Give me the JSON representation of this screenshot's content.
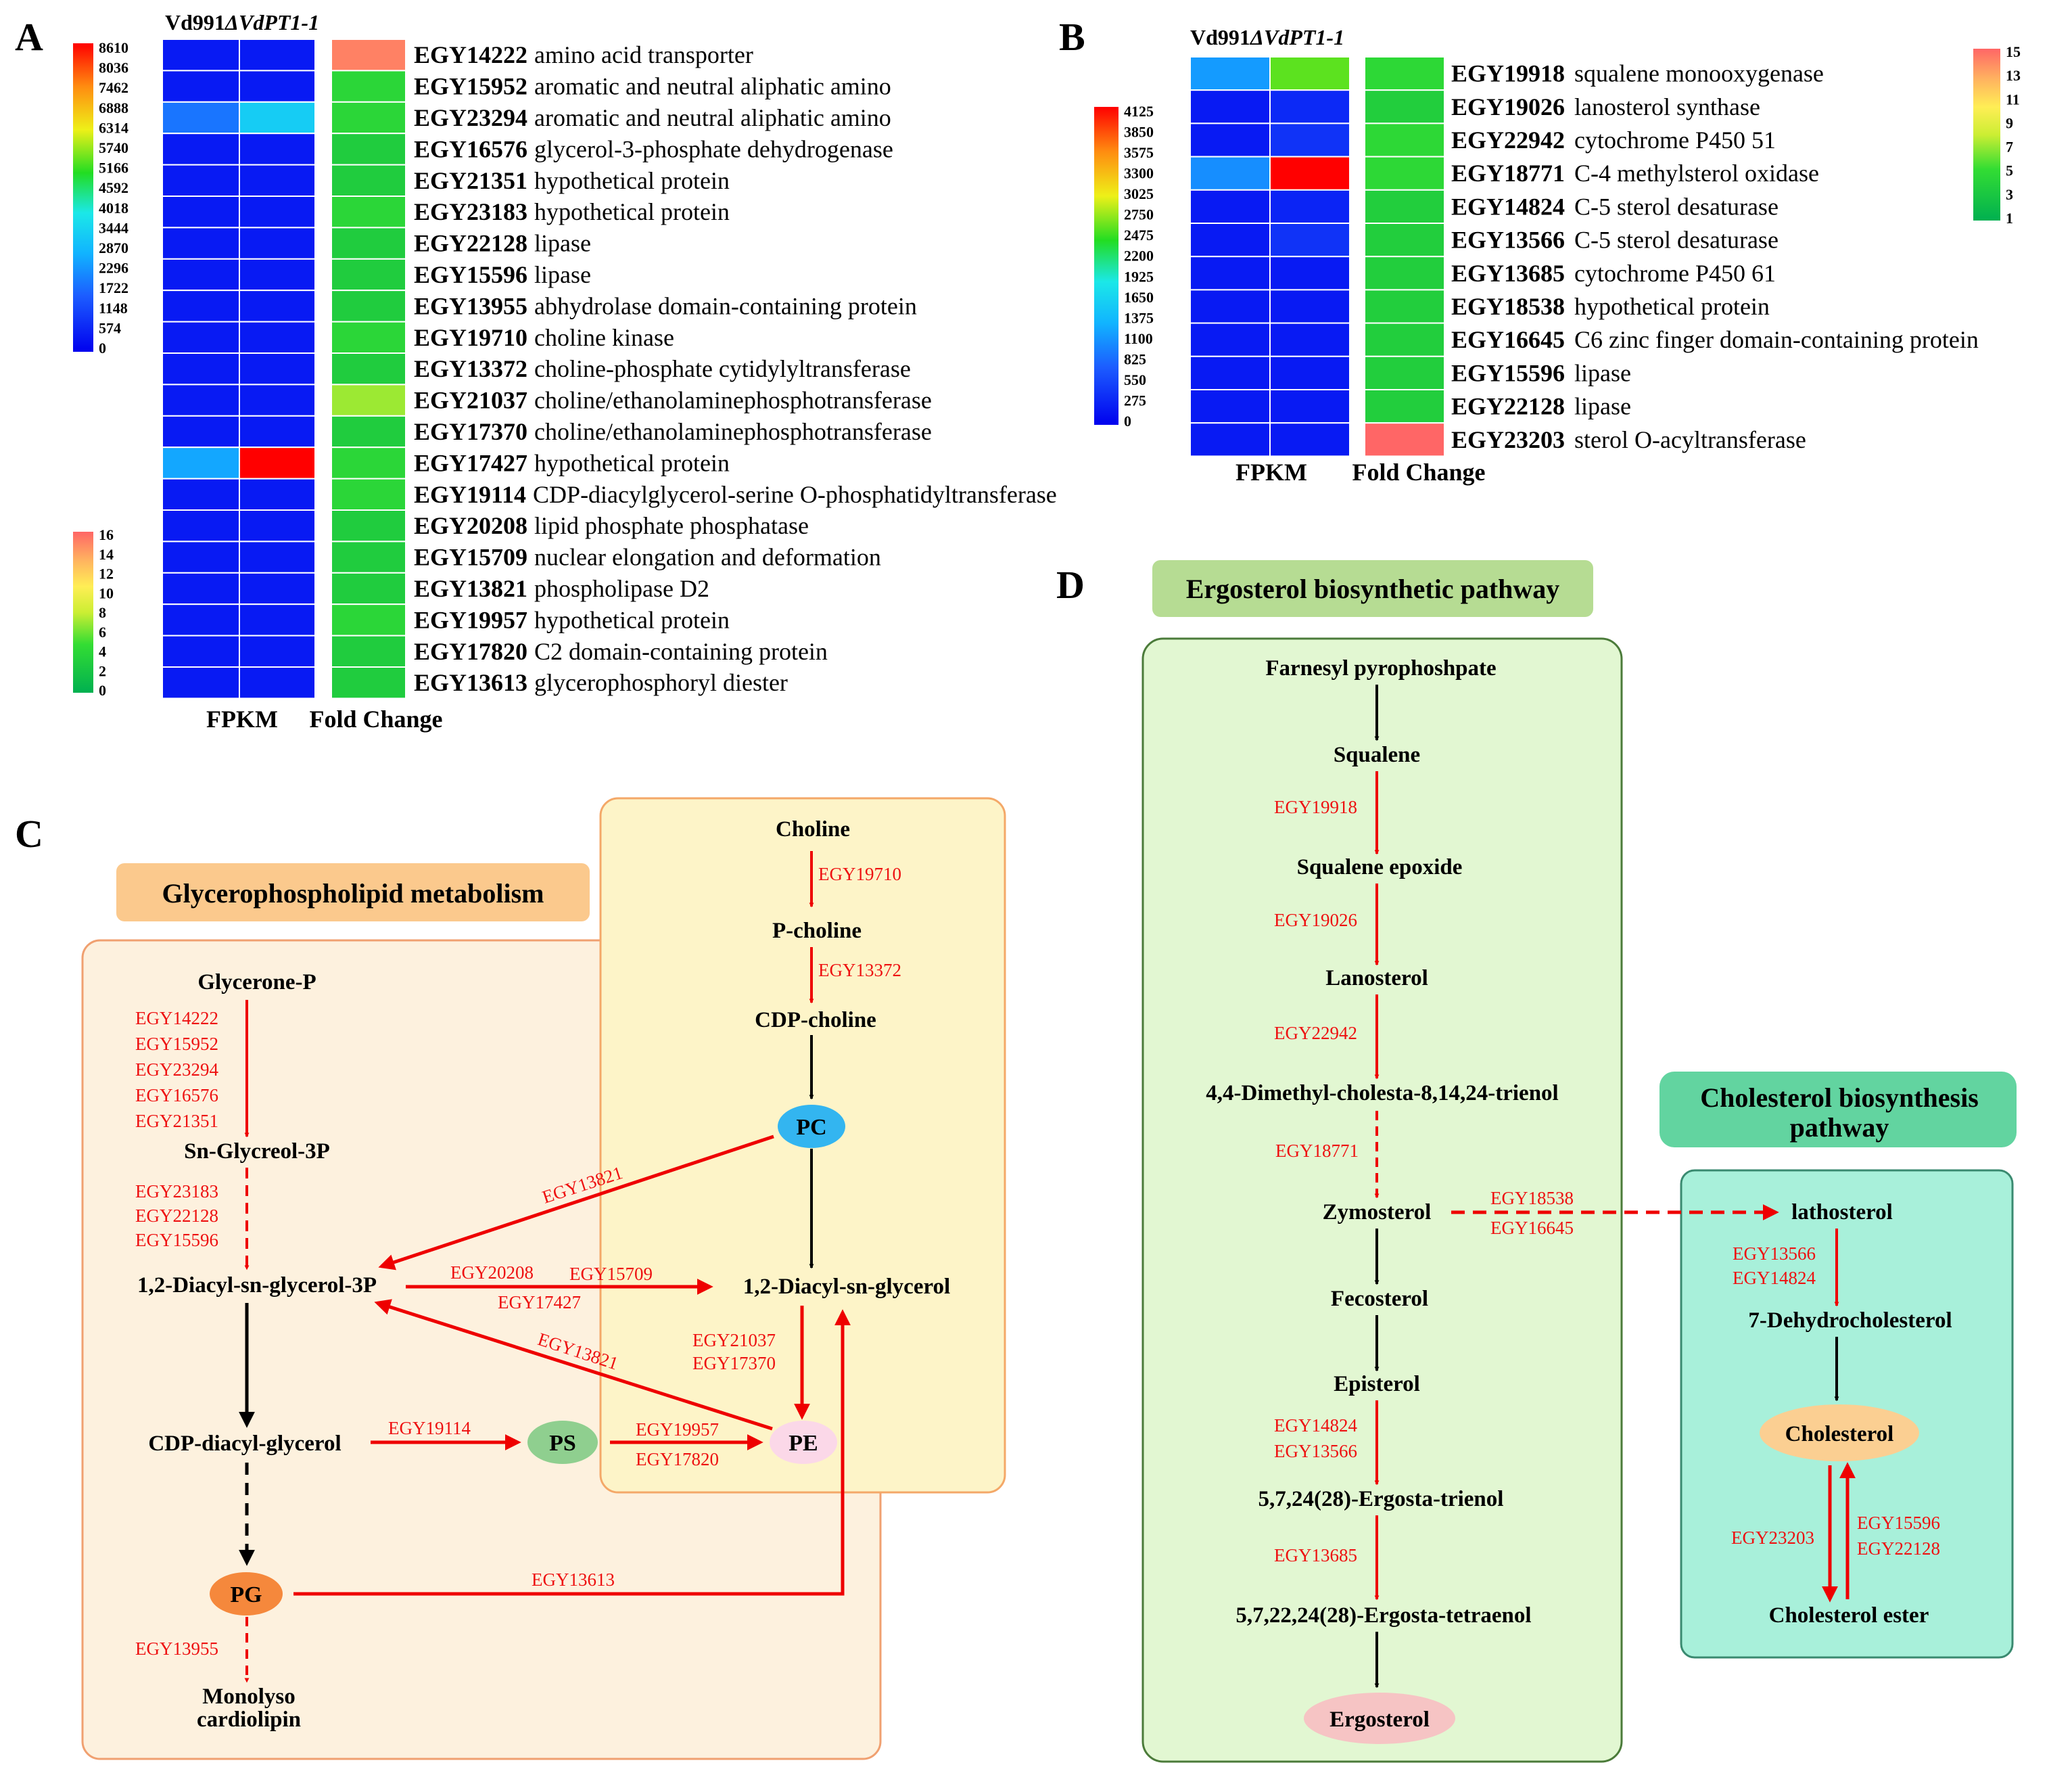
{
  "panels": {
    "A": "A",
    "B": "B",
    "C": "C",
    "D": "D"
  },
  "heatmap_a": {
    "strain": "Vd991",
    "mutant": "ΔVdPT1-1",
    "xlabel_fpkm": "FPKM",
    "xlabel_fc": "Fold Change",
    "fpkm_colorbar_ticks": [
      "8610",
      "8036",
      "7462",
      "6888",
      "6314",
      "5740",
      "5166",
      "4592",
      "4018",
      "3444",
      "2870",
      "2296",
      "1722",
      "1148",
      "574",
      "0"
    ],
    "fc_colorbar_ticks": [
      "16",
      "14",
      "12",
      "10",
      "8",
      "6",
      "4",
      "2",
      "0"
    ],
    "genes": [
      {
        "id": "EGY14222",
        "desc": "amino acid transporter",
        "wt": 0.05,
        "mut": 0.05,
        "fc": 15
      },
      {
        "id": "EGY15952",
        "desc": "aromatic and neutral aliphatic amino",
        "wt": 0.05,
        "mut": 0.05,
        "fc": 4
      },
      {
        "id": "EGY23294",
        "desc": "aromatic and neutral aliphatic amino",
        "wt": 0.22,
        "mut": 0.38,
        "fc": 4
      },
      {
        "id": "EGY16576",
        "desc": "glycerol-3-phosphate dehydrogenase",
        "wt": 0.05,
        "mut": 0.05,
        "fc": 3
      },
      {
        "id": "EGY21351",
        "desc": "hypothetical protein",
        "wt": 0.05,
        "mut": 0.05,
        "fc": 3
      },
      {
        "id": "EGY23183",
        "desc": "hypothetical protein",
        "wt": 0.05,
        "mut": 0.05,
        "fc": 4
      },
      {
        "id": "EGY22128",
        "desc": "lipase",
        "wt": 0.05,
        "mut": 0.05,
        "fc": 3
      },
      {
        "id": "EGY15596",
        "desc": "lipase",
        "wt": 0.05,
        "mut": 0.05,
        "fc": 3
      },
      {
        "id": "EGY13955",
        "desc": "abhydrolase domain-containing protein",
        "wt": 0.05,
        "mut": 0.05,
        "fc": 3
      },
      {
        "id": "EGY19710",
        "desc": "choline kinase",
        "wt": 0.05,
        "mut": 0.05,
        "fc": 4
      },
      {
        "id": "EGY13372",
        "desc": "choline-phosphate cytidylyltransferase",
        "wt": 0.05,
        "mut": 0.05,
        "fc": 3
      },
      {
        "id": "EGY21037",
        "desc": "choline/ethanolaminephosphotransferase",
        "wt": 0.05,
        "mut": 0.05,
        "fc": 7
      },
      {
        "id": "EGY17370",
        "desc": "choline/ethanolaminephosphotransferase",
        "wt": 0.05,
        "mut": 0.05,
        "fc": 3
      },
      {
        "id": "EGY17427",
        "desc": "hypothetical protein",
        "wt": 0.3,
        "mut": 1.0,
        "fc": 4
      },
      {
        "id": "EGY19114",
        "desc": "CDP-diacylglycerol-serine O-phosphatidyltransferase",
        "wt": 0.05,
        "mut": 0.05,
        "fc": 4
      },
      {
        "id": "EGY20208",
        "desc": "lipid phosphate phosphatase",
        "wt": 0.05,
        "mut": 0.05,
        "fc": 3
      },
      {
        "id": "EGY15709",
        "desc": "nuclear elongation and deformation",
        "wt": 0.05,
        "mut": 0.05,
        "fc": 3
      },
      {
        "id": "EGY13821",
        "desc": "phospholipase D2",
        "wt": 0.05,
        "mut": 0.05,
        "fc": 3
      },
      {
        "id": "EGY19957",
        "desc": "hypothetical protein",
        "wt": 0.05,
        "mut": 0.05,
        "fc": 4
      },
      {
        "id": "EGY17820",
        "desc": "C2 domain-containing protein",
        "wt": 0.05,
        "mut": 0.05,
        "fc": 3
      },
      {
        "id": "EGY13613",
        "desc": "glycerophosphoryl diester",
        "wt": 0.05,
        "mut": 0.05,
        "fc": 3
      }
    ]
  },
  "heatmap_b": {
    "strain": "Vd991",
    "mutant": "ΔVdPT1-1",
    "xlabel_fpkm": "FPKM",
    "xlabel_fc": "Fold Change",
    "fpkm_colorbar_ticks": [
      "4125",
      "3850",
      "3575",
      "3300",
      "3025",
      "2750",
      "2475",
      "2200",
      "1925",
      "1650",
      "1375",
      "1100",
      "825",
      "550",
      "275",
      "0"
    ],
    "fc_colorbar_ticks": [
      "15",
      "13",
      "11",
      "9",
      "7",
      "5",
      "3",
      "1"
    ],
    "genes": [
      {
        "id": "EGY19918",
        "desc": "squalene monooxygenase",
        "wt": 0.28,
        "mut": 0.62,
        "fc": 4
      },
      {
        "id": "EGY19026",
        "desc": "lanosterol synthase",
        "wt": 0.05,
        "mut": 0.08,
        "fc": 3
      },
      {
        "id": "EGY22942",
        "desc": "cytochrome P450 51",
        "wt": 0.05,
        "mut": 0.1,
        "fc": 4
      },
      {
        "id": "EGY18771",
        "desc": "C-4 methylsterol oxidase",
        "wt": 0.26,
        "mut": 1.0,
        "fc": 4
      },
      {
        "id": "EGY14824",
        "desc": "C-5 sterol desaturase",
        "wt": 0.05,
        "mut": 0.07,
        "fc": 3
      },
      {
        "id": "EGY13566",
        "desc": "C-5 sterol desaturase",
        "wt": 0.05,
        "mut": 0.1,
        "fc": 3
      },
      {
        "id": "EGY13685",
        "desc": "cytochrome P450 61",
        "wt": 0.05,
        "mut": 0.05,
        "fc": 3
      },
      {
        "id": "EGY18538",
        "desc": "hypothetical protein",
        "wt": 0.05,
        "mut": 0.05,
        "fc": 3
      },
      {
        "id": "EGY16645",
        "desc": "C6 zinc finger domain-containing protein",
        "wt": 0.05,
        "mut": 0.05,
        "fc": 3
      },
      {
        "id": "EGY15596",
        "desc": "lipase",
        "wt": 0.05,
        "mut": 0.05,
        "fc": 3
      },
      {
        "id": "EGY22128",
        "desc": "lipase",
        "wt": 0.05,
        "mut": 0.05,
        "fc": 3
      },
      {
        "id": "EGY23203",
        "desc": "sterol O-acyltransferase",
        "wt": 0.05,
        "mut": 0.05,
        "fc": 15
      }
    ]
  },
  "panel_c": {
    "title": "Glycerophospholipid metabolism",
    "metabolites": {
      "choline": "Choline",
      "p_choline": "P-choline",
      "cdp_choline": "CDP-choline",
      "pc": "PC",
      "glycerone_p": "Glycerone-P",
      "sn_glycerol_3p": "Sn-Glycreol-3P",
      "diacyl_3p": "1,2-Diacyl-sn-glycerol-3P",
      "diacyl": "1,2-Diacyl-sn-glycerol",
      "cdp_diacyl": "CDP-diacyl-glycerol",
      "ps": "PS",
      "pe": "PE",
      "pg": "PG",
      "monolyso1": "Monolyso",
      "monolyso2": "cardiolipin"
    },
    "enzymes": {
      "choline_step": "EGY19710",
      "pcholine_step": "EGY13372",
      "glycerone_step": [
        "EGY14222",
        "EGY15952",
        "EGY23294",
        "EGY16576",
        "EGY21351"
      ],
      "sn_step": [
        "EGY23183",
        "EGY22128",
        "EGY15596"
      ],
      "pc_to_diacyl3p": "EGY13821",
      "diacyl3p_to_diacyl_1": "EGY20208",
      "diacyl3p_to_diacyl_2": "EGY15709",
      "diacyl3p_to_diacyl_3": "EGY17427",
      "pe_to_diacyl3p": "EGY13821",
      "diacyl_to_pe_1": "EGY21037",
      "diacyl_to_pe_2": "EGY17370",
      "cdp_to_ps": "EGY19114",
      "ps_to_pe_1": "EGY19957",
      "ps_to_pe_2": "EGY17820",
      "pg_to_diacyl": "EGY13613",
      "pg_to_monolyso": "EGY13955"
    }
  },
  "panel_d": {
    "title": "Ergosterol biosynthetic pathway",
    "cholesterol_title_1": "Cholesterol biosynthesis",
    "cholesterol_title_2": "pathway",
    "metabolites": {
      "fpp": "Farnesyl pyrophoshpate",
      "squalene": "Squalene",
      "squalene_epoxide": "Squalene epoxide",
      "lanosterol": "Lanosterol",
      "dimethyl": "4,4-Dimethyl-cholesta-8,14,24-trienol",
      "zymosterol": "Zymosterol",
      "fecosterol": "Fecosterol",
      "episterol": "Episterol",
      "trienol": "5,7,24(28)-Ergosta-trienol",
      "tetraenol": "5,7,22,24(28)-Ergosta-tetraenol",
      "ergosterol": "Ergosterol",
      "lathosterol": "lathosterol",
      "dehydrocholesterol": "7-Dehydrocholesterol",
      "cholesterol": "Cholesterol",
      "cholesterol_ester": "Cholesterol ester"
    },
    "enzymes": {
      "squalene_step": "EGY19918",
      "epoxide_step": "EGY19026",
      "lanosterol_step": "EGY22942",
      "dimethyl_step": "EGY18771",
      "episterol_step": [
        "EGY14824",
        "EGY13566"
      ],
      "trienol_step": "EGY13685",
      "zymo_to_latho": [
        "EGY18538",
        "EGY16645"
      ],
      "latho_step": [
        "EGY13566",
        "EGY14824"
      ],
      "ester_left": "EGY23203",
      "ester_right": [
        "EGY15596",
        "EGY22128"
      ]
    }
  }
}
